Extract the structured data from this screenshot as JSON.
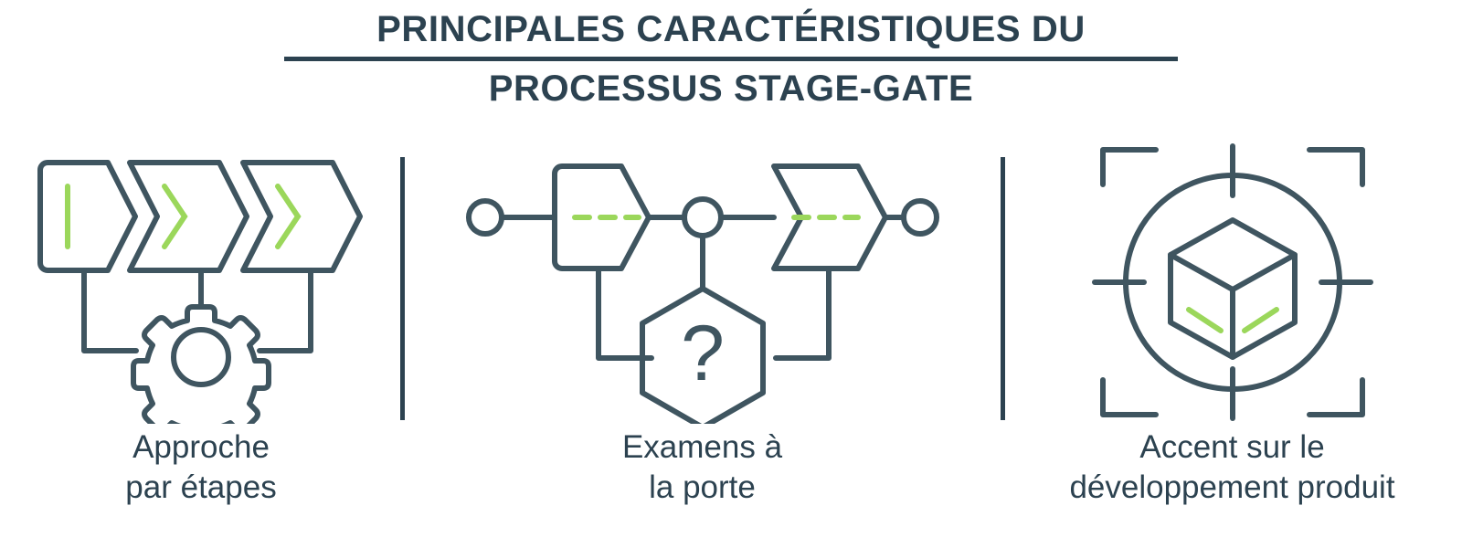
{
  "colors": {
    "dark": "#2C4250",
    "green": "#9BD75B",
    "background": "#FFFFFF"
  },
  "header": {
    "title_line_1": "PRINCIPALES CARACTÉRISTIQUES DU",
    "title_line_2": "PROCESSUS STAGE-GATE"
  },
  "features": [
    {
      "icon": "stage-process-gear-icon",
      "caption_line_1": "Approche",
      "caption_line_2": "par étapes"
    },
    {
      "icon": "gate-review-question-icon",
      "caption_line_1": "Examens à",
      "caption_line_2": "la porte"
    },
    {
      "icon": "product-focus-target-cube-icon",
      "caption_line_1": "Accent sur le",
      "caption_line_2": "développement produit"
    }
  ],
  "icon_details": {
    "question_mark": "?"
  }
}
